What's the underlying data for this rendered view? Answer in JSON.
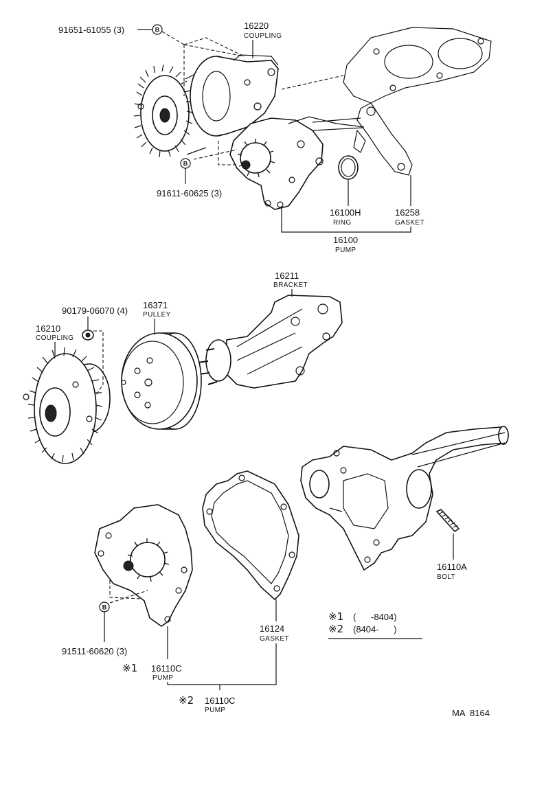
{
  "parts": {
    "bolt_91651": {
      "number": "91651-61055 (3)",
      "badge": "B"
    },
    "coupling_16220": {
      "number": "16220",
      "name": "COUPLING"
    },
    "bolt_91611": {
      "number": "91611-60625 (3)",
      "badge": "B"
    },
    "ring_16100H": {
      "number": "16100H",
      "name": "RING"
    },
    "gasket_16258": {
      "number": "16258",
      "name": "GASKET"
    },
    "pump_16100": {
      "number": "16100",
      "name": "PUMP"
    },
    "bracket_16211": {
      "number": "16211",
      "name": "BRACKET"
    },
    "nut_90179": {
      "number": "90179-06070 (4)"
    },
    "pulley_16371": {
      "number": "16371",
      "name": "PULLEY"
    },
    "coupling_16210": {
      "number": "16210",
      "name": "COUPLING"
    },
    "bolt_16110A": {
      "number": "16110A",
      "name": "BOLT"
    },
    "bolt_91511": {
      "number": "91511-60620 (3)",
      "badge": "B"
    },
    "gasket_16124": {
      "number": "16124",
      "name": "GASKET"
    },
    "pump_16110C_1": {
      "mark": "※1",
      "number": "16110C",
      "name": "PUMP"
    },
    "pump_16110C_2": {
      "mark": "※2",
      "number": "16110C",
      "name": "PUMP"
    }
  },
  "legend": {
    "row1": {
      "mark": "※1",
      "range": "(      -8404)"
    },
    "row2": {
      "mark": "※2",
      "range": "(8404-      )"
    }
  },
  "diagram_code": "MA  8164"
}
